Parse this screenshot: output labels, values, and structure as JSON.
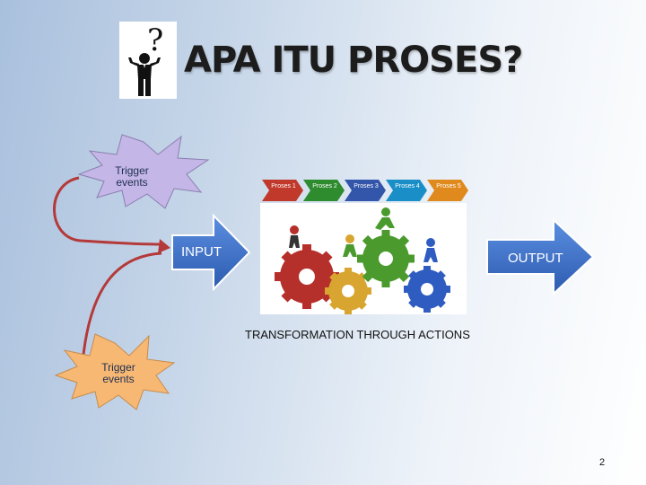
{
  "slide": {
    "title": "APA ITU PROSES?",
    "page_number": "2"
  },
  "icons": {
    "person": "question-person-icon",
    "gears": "gears-people-icon"
  },
  "trigger_top": {
    "label": "Trigger\nevents"
  },
  "trigger_bottom": {
    "label": "Trigger\nevents"
  },
  "input_arrow": {
    "label": "INPUT"
  },
  "output_arrow": {
    "label": "OUTPUT"
  },
  "process_steps": [
    {
      "label": "Proses 1",
      "color": "#c0392b"
    },
    {
      "label": "Proses 2",
      "color": "#2e8b2e"
    },
    {
      "label": "Proses 3",
      "color": "#3355aa"
    },
    {
      "label": "Proses 4",
      "color": "#1a8fc7"
    },
    {
      "label": "Proses 5",
      "color": "#e08a1e"
    }
  ],
  "caption": "TRANSFORMATION THROUGH ACTIONS",
  "colors": {
    "arrow": "#3a6fc4",
    "burst": "#c4b6e6",
    "burst_bottom": "#f7b873",
    "connector": "#b43a3a"
  }
}
